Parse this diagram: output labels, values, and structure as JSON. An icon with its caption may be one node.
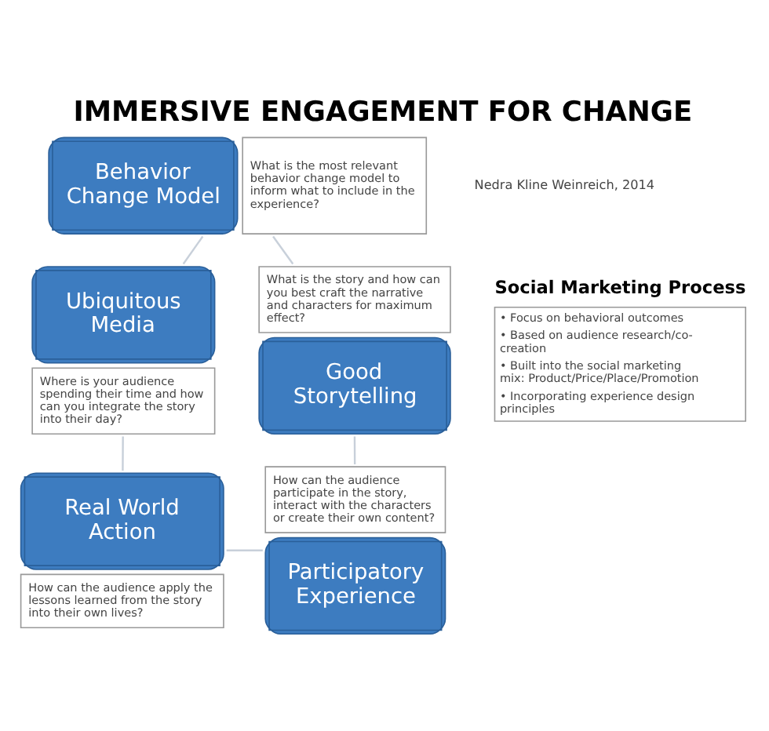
{
  "diagram": {
    "title": "IMMERSIVE ENGAGEMENT FOR CHANGE",
    "nodes": [
      {
        "text": [
          "Behavior Change Model"
        ],
        "beside": [
          "What is the most relevant behavior change model to inform what to include in the experience?"
        ]
      },
      {
        "text": [
          "Good Storytelling"
        ],
        "beside": [
          "What is the story and how can you best craft the narrative and characters for maximum effect?"
        ]
      },
      {
        "text": [
          "Social Marketing Process",
          "• Focus on behavioral outcomes",
          "• Based on audience research/co-creation",
          "• Built into the social marketing mix: Product/Price/Place/Promotion",
          "• Incorporating experience design principles"
        ]
      },
      {
        "text": [
          "Ubiquitous Media"
        ],
        "beside": [
          "Where is your audience spending their time and how can you integrate the story into their day?"
        ]
      },
      {
        "text": [
          "Participatory Experience"
        ],
        "beside": [
          "How can the audience participate in the story, interact with the characters or create their own content?"
        ]
      },
      {
        "text": [
          "Real World Action"
        ],
        "beside": [
          "How can the audience apply the lessons learned from the story into their own lives?"
        ]
      }
    ],
    "edges": [
      {
        "from": 0,
        "to": 3,
        "arrow": "none"
      },
      {
        "from": 3,
        "to": 5,
        "arrow": "none"
      },
      {
        "from": 5,
        "to": 4,
        "arrow": "none"
      },
      {
        "from": 4,
        "to": 1,
        "arrow": "none"
      },
      {
        "from": 1,
        "to": 0,
        "arrow": "none"
      }
    ],
    "labels": [
      "Nedra Kline Weinreich, 2014"
    ]
  }
}
